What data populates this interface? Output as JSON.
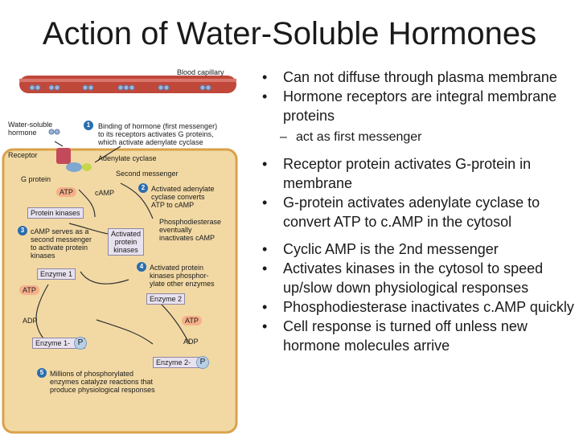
{
  "title": "Action of Water-Soluble Hormones",
  "figure": {
    "labels": {
      "blood_capillary": "Blood capillary",
      "hormone": "Water-soluble\nhormone",
      "receptor": "Receptor",
      "adenylate_cyclase": "Adenylate cyclase",
      "g_protein": "G protein",
      "second_messenger": "Second messenger",
      "camp": "cAMP",
      "protein_kinases": "Protein kinases",
      "activated_kinases": "Activated\nprotein\nkinases",
      "enzyme1": "Enzyme 1",
      "enzyme2": "Enzyme 2",
      "atp": "ATP",
      "adp": "ADP",
      "enzyme1_p": "Enzyme 1-",
      "enzyme2_p": "Enzyme 2-",
      "p": "P"
    },
    "steps": [
      {
        "num": "1",
        "text": "Binding of hormone (first messenger)\nto its receptors activates G proteins,\nwhich activate adenylate cyclase"
      },
      {
        "num": "2",
        "text": "Activated adenylate\ncyclase converts\nATP to cAMP"
      },
      {
        "num": "3",
        "text": "cAMP serves as a\nsecond messenger\nto activate protein\nkinases"
      },
      {
        "num": "4",
        "text": "Activated protein\nkinases phosphor-\nylate other enzymes"
      },
      {
        "num": "5",
        "text": "Millions of phosphorylated\nenzymes catalyze reactions that\nproduce physiological responses"
      }
    ],
    "phosphodiesterase": "Phosphodiesterase\neventually\ninactivates cAMP"
  },
  "bullets": [
    {
      "text": "Can not diffuse through plasma membrane",
      "level": 1
    },
    {
      "text": "Hormone receptors are integral membrane proteins",
      "level": 1
    },
    {
      "text": "act as first messenger",
      "level": 2
    },
    {
      "text": "Receptor protein activates G-protein in membrane",
      "level": 1
    },
    {
      "text": "G-protein activates adenylate cyclase  to convert ATP to c.AMP in the cytosol",
      "level": 1
    },
    {
      "text": "Cyclic AMP is the 2nd messenger",
      "level": 1
    },
    {
      "text": "Activates kinases in the cytosol to speed up/slow down physiological responses",
      "level": 1
    },
    {
      "text": "Phosphodiesterase inactivates c.AMP quickly",
      "level": 1
    },
    {
      "text": "Cell response is turned off unless new hormone molecules arrive",
      "level": 1
    }
  ],
  "colors": {
    "capillary": "#c0483b",
    "cell_fill": "#f2d9a4",
    "cell_border": "#d9a24a",
    "step_badge": "#2a6db0",
    "box_fill": "#e8e2ef"
  }
}
